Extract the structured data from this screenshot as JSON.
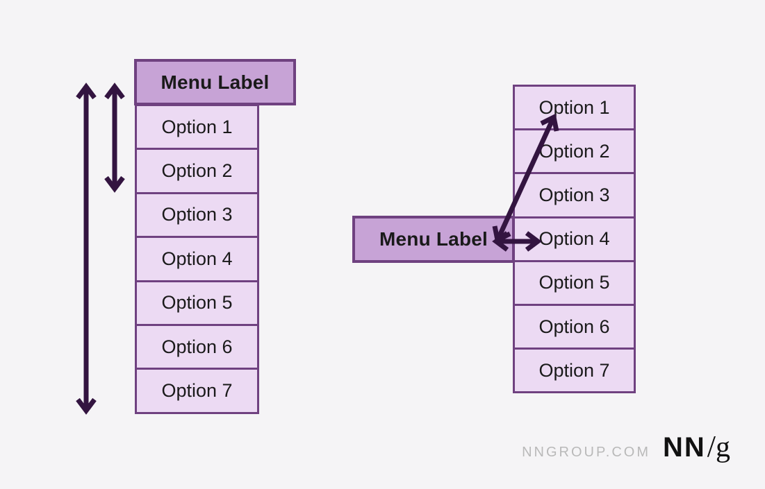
{
  "diagram": {
    "left_menu": {
      "label": "Menu Label",
      "options": [
        "Option 1",
        "Option 2",
        "Option 3",
        "Option 4",
        "Option 5",
        "Option 6",
        "Option 7"
      ]
    },
    "right_menu": {
      "label": "Menu Label",
      "options": [
        "Option 1",
        "Option 2",
        "Option 3",
        "Option 4",
        "Option 5",
        "Option 6",
        "Option 7"
      ]
    },
    "annotations": {
      "left_short_arrow": "double-headed vertical arrow from menu label down to Option 2",
      "left_long_arrow": "double-headed vertical arrow spanning menu label to Option 7",
      "right_diagonal_arrow": "double-headed arrow between menu label and Option 1",
      "right_horizontal_arrow": "double-headed arrow between menu label and Option 4"
    }
  },
  "footer": {
    "site": "NNGROUP.COM",
    "logo_nn": "NN",
    "logo_slash": "/",
    "logo_g": "g"
  },
  "colors": {
    "background": "#f5f4f6",
    "menu_border": "#6f4180",
    "label_fill": "#c7a3d6",
    "option_fill": "#ecdaf3",
    "arrow": "#331440",
    "text": "#1a1a1a",
    "footer_text": "#b9b9b9",
    "logo": "#111111"
  }
}
